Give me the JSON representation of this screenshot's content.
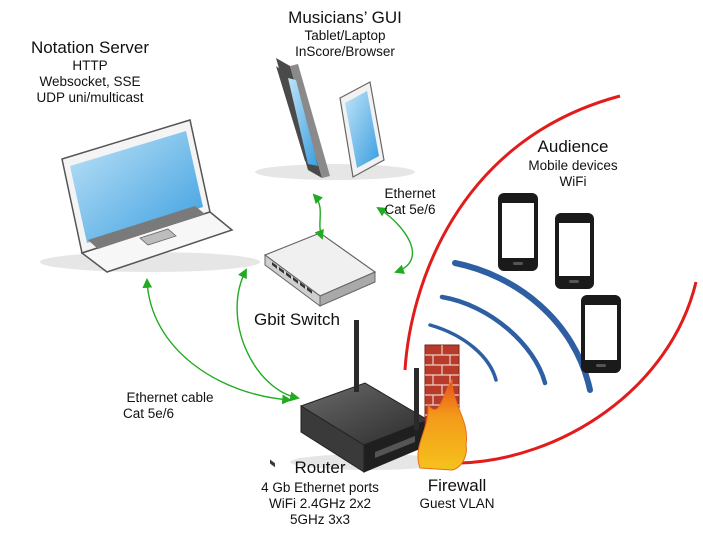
{
  "notation_server": {
    "title": "Notation Server",
    "line1": "HTTP",
    "line2": "Websocket, SSE",
    "line3": "UDP uni/multicast"
  },
  "musicians_gui": {
    "title": "Musicians’ GUI",
    "line1": "Tablet/Laptop",
    "line2": "InScore/Browser"
  },
  "ethernet_top": {
    "line1": "Ethernet",
    "line2": "Cat 5e/6"
  },
  "audience": {
    "title": "Audience",
    "line1": "Mobile devices",
    "line2": "WiFi"
  },
  "switch": {
    "title": "Gbit Switch"
  },
  "ethernet_cable": {
    "line1": "Ethernet cable",
    "line2": "Cat 5e/6"
  },
  "router": {
    "title": "Router",
    "line1": "4 Gb Ethernet ports",
    "line2": "WiFi 2.4GHz 2x2",
    "line3": "5GHz 3x3"
  },
  "firewall": {
    "title": "Firewall",
    "line1": "Guest VLAN"
  },
  "colors": {
    "arrow": "#22aa22",
    "wifi_arc": "#2e5fa3",
    "firewall_boundary": "#e21b1b",
    "brick": "#b83a2a",
    "flame": "#f39a1a"
  },
  "icons": [
    "laptop-icon",
    "tablet-icon",
    "network-switch-icon",
    "router-icon",
    "firewall-icon",
    "smartphone-icon"
  ]
}
